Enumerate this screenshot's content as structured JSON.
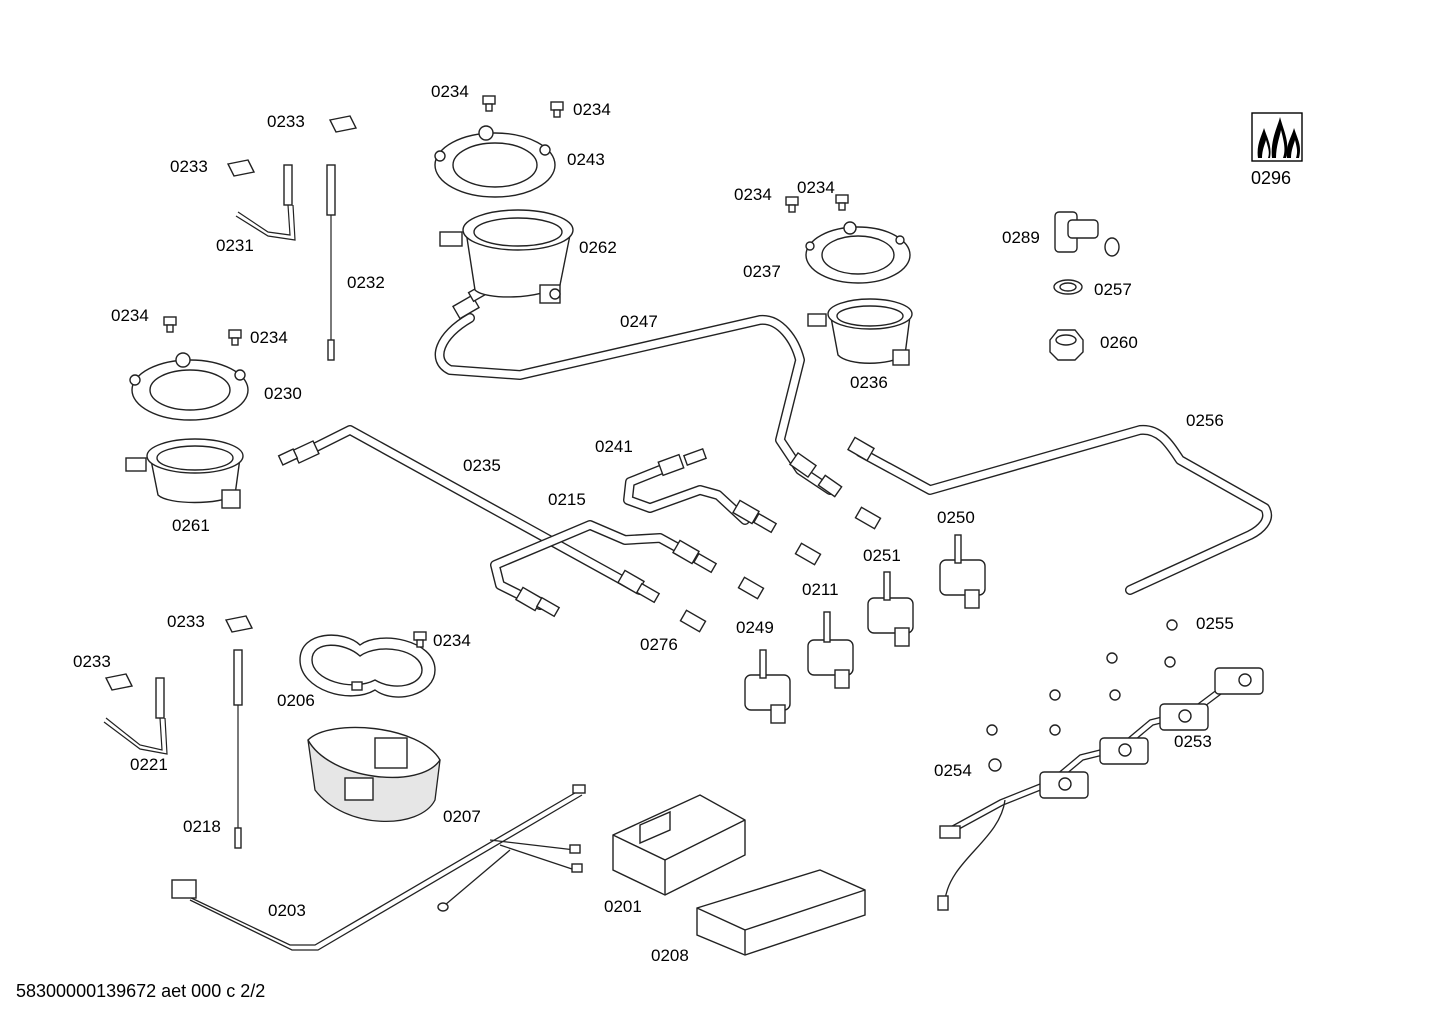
{
  "document_code": "58300000139672 aet 000 c 2/2",
  "labels": {
    "p0233_a": "0233",
    "p0233_b": "0233",
    "p0231": "0231",
    "p0232": "0232",
    "p0234_a": "0234",
    "p0234_b": "0234",
    "p0243": "0243",
    "p0262": "0262",
    "p0234_c": "0234",
    "p0234_d": "0234",
    "p0237": "0237",
    "p0236": "0236",
    "p0247": "0247",
    "p0289": "0289",
    "p0257": "0257",
    "p0260": "0260",
    "p0296": "0296",
    "p0234_e": "0234",
    "p0234_f": "0234",
    "p0230": "0230",
    "p0261": "0261",
    "p0235": "0235",
    "p0241": "0241",
    "p0215": "0215",
    "p0256": "0256",
    "p0250": "0250",
    "p0251": "0251",
    "p0211": "0211",
    "p0249": "0249",
    "p0276": "0276",
    "p0255": "0255",
    "p0233_c": "0233",
    "p0233_d": "0233",
    "p0234_g": "0234",
    "p0206": "0206",
    "p0221": "0221",
    "p0218": "0218",
    "p0207": "0207",
    "p0253": "0253",
    "p0254": "0254",
    "p0203": "0203",
    "p0201": "0201",
    "p0208": "0208"
  },
  "colors": {
    "line": "#222222",
    "background": "#ffffff",
    "fill_grey": "#e6e6e6",
    "flame_icon": "#000000"
  }
}
